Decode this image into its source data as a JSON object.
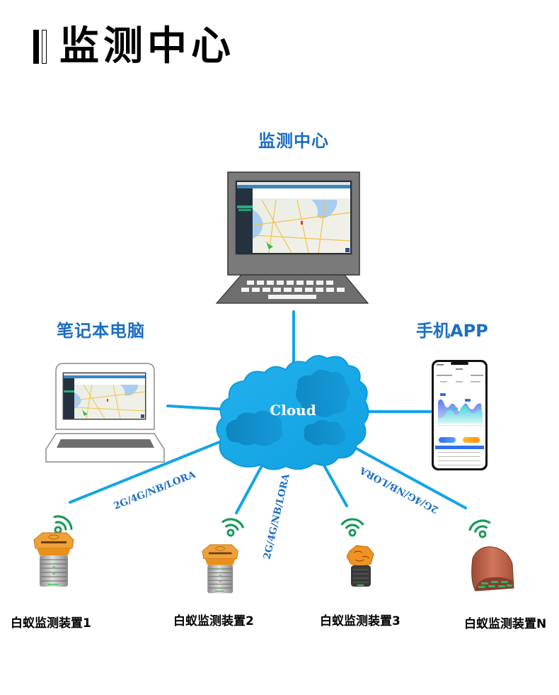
{
  "page": {
    "title": "监测中心"
  },
  "nodes": {
    "monitoring_center": {
      "label": "监测中心",
      "icon": "desktop-computer-icon"
    },
    "laptop": {
      "label": "笔记本电脑",
      "icon": "laptop-icon"
    },
    "phone_app": {
      "label": "手机APP",
      "icon": "smartphone-icon"
    },
    "cloud": {
      "label": "Cloud",
      "icon": "cloud-icon"
    }
  },
  "links": [
    {
      "from": "device_1",
      "to": "cloud",
      "label": "2G/4G/NB/LORA"
    },
    {
      "from": "device_2",
      "to": "cloud",
      "label": "2G/4G/NB/LORA"
    },
    {
      "from": "device_3",
      "to": "cloud",
      "label": ""
    },
    {
      "from": "device_n",
      "to": "cloud",
      "label": "2G/4G/NB/LORA"
    },
    {
      "from": "cloud",
      "to": "monitoring_center",
      "label": ""
    },
    {
      "from": "cloud",
      "to": "laptop",
      "label": ""
    },
    {
      "from": "cloud",
      "to": "phone_app",
      "label": ""
    }
  ],
  "devices": [
    {
      "id": "device_1",
      "label": "白蚁监测装置1",
      "icon": "termite-monitor-stake-icon",
      "signal_icon": "wifi-signal-icon"
    },
    {
      "id": "device_2",
      "label": "白蚁监测装置2",
      "icon": "termite-monitor-stake-icon",
      "signal_icon": "wifi-signal-icon"
    },
    {
      "id": "device_3",
      "label": "白蚁监测装置3",
      "icon": "termite-monitor-bait-icon",
      "signal_icon": "wifi-signal-icon"
    },
    {
      "id": "device_n",
      "label": "白蚁监测装置N",
      "icon": "termite-monitor-tile-icon",
      "signal_icon": "wifi-signal-icon"
    }
  ],
  "colors": {
    "link_line": "#12a5e6",
    "label_blue": "#1b6ec2",
    "cloud_light": "#1ba9e8",
    "cloud_dark": "#0b85c0",
    "wifi_green": "#1a9a5a",
    "monitor_gray": "#7a7a7a",
    "device_orange": "#e8901c",
    "tile_red": "#c0634a"
  }
}
